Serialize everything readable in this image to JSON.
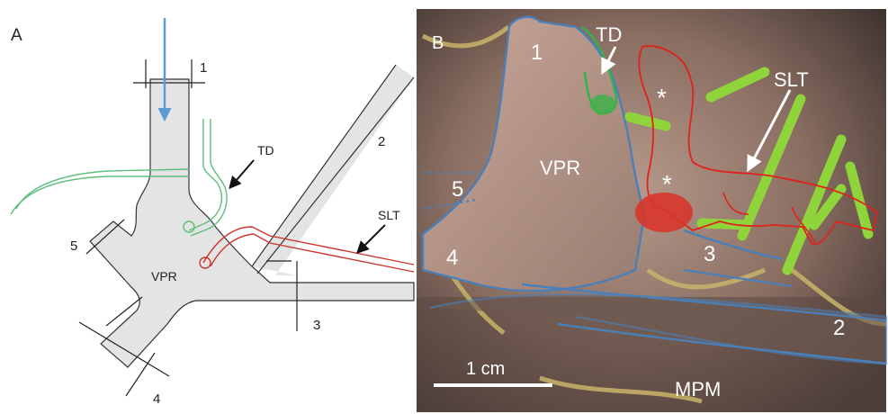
{
  "panel_a": {
    "panel_label": "A",
    "labels": {
      "vessel_1": "1",
      "vessel_2": "2",
      "vessel_3": "3",
      "vessel_4": "4",
      "vessel_5": "5",
      "td": "TD",
      "slt": "SLT",
      "vpr": "VPR"
    },
    "colors": {
      "vessel_fill": "#e4e4e4",
      "outline": "#333333",
      "flow_arrow": "#5b9bd5",
      "td_vessel": "#5cbf7a",
      "slt_vessel": "#d0342c"
    }
  },
  "panel_b": {
    "panel_label": "B",
    "labels": {
      "vessel_1": "1",
      "vessel_2": "2",
      "vessel_3": "3",
      "vessel_4": "4",
      "vessel_5": "5",
      "td": "TD",
      "slt": "SLT",
      "vpr": "VPR",
      "mpm": "MPM",
      "asterisk_1": "*",
      "asterisk_2": "*",
      "scale_bar": "1 cm"
    },
    "colors": {
      "vessel_outline": "#4b7fb8",
      "td_outline": "#2fb34a",
      "slt_outline": "#e0221c",
      "tissue": "#9b7f72",
      "bright_green": "#8fd43a"
    }
  }
}
